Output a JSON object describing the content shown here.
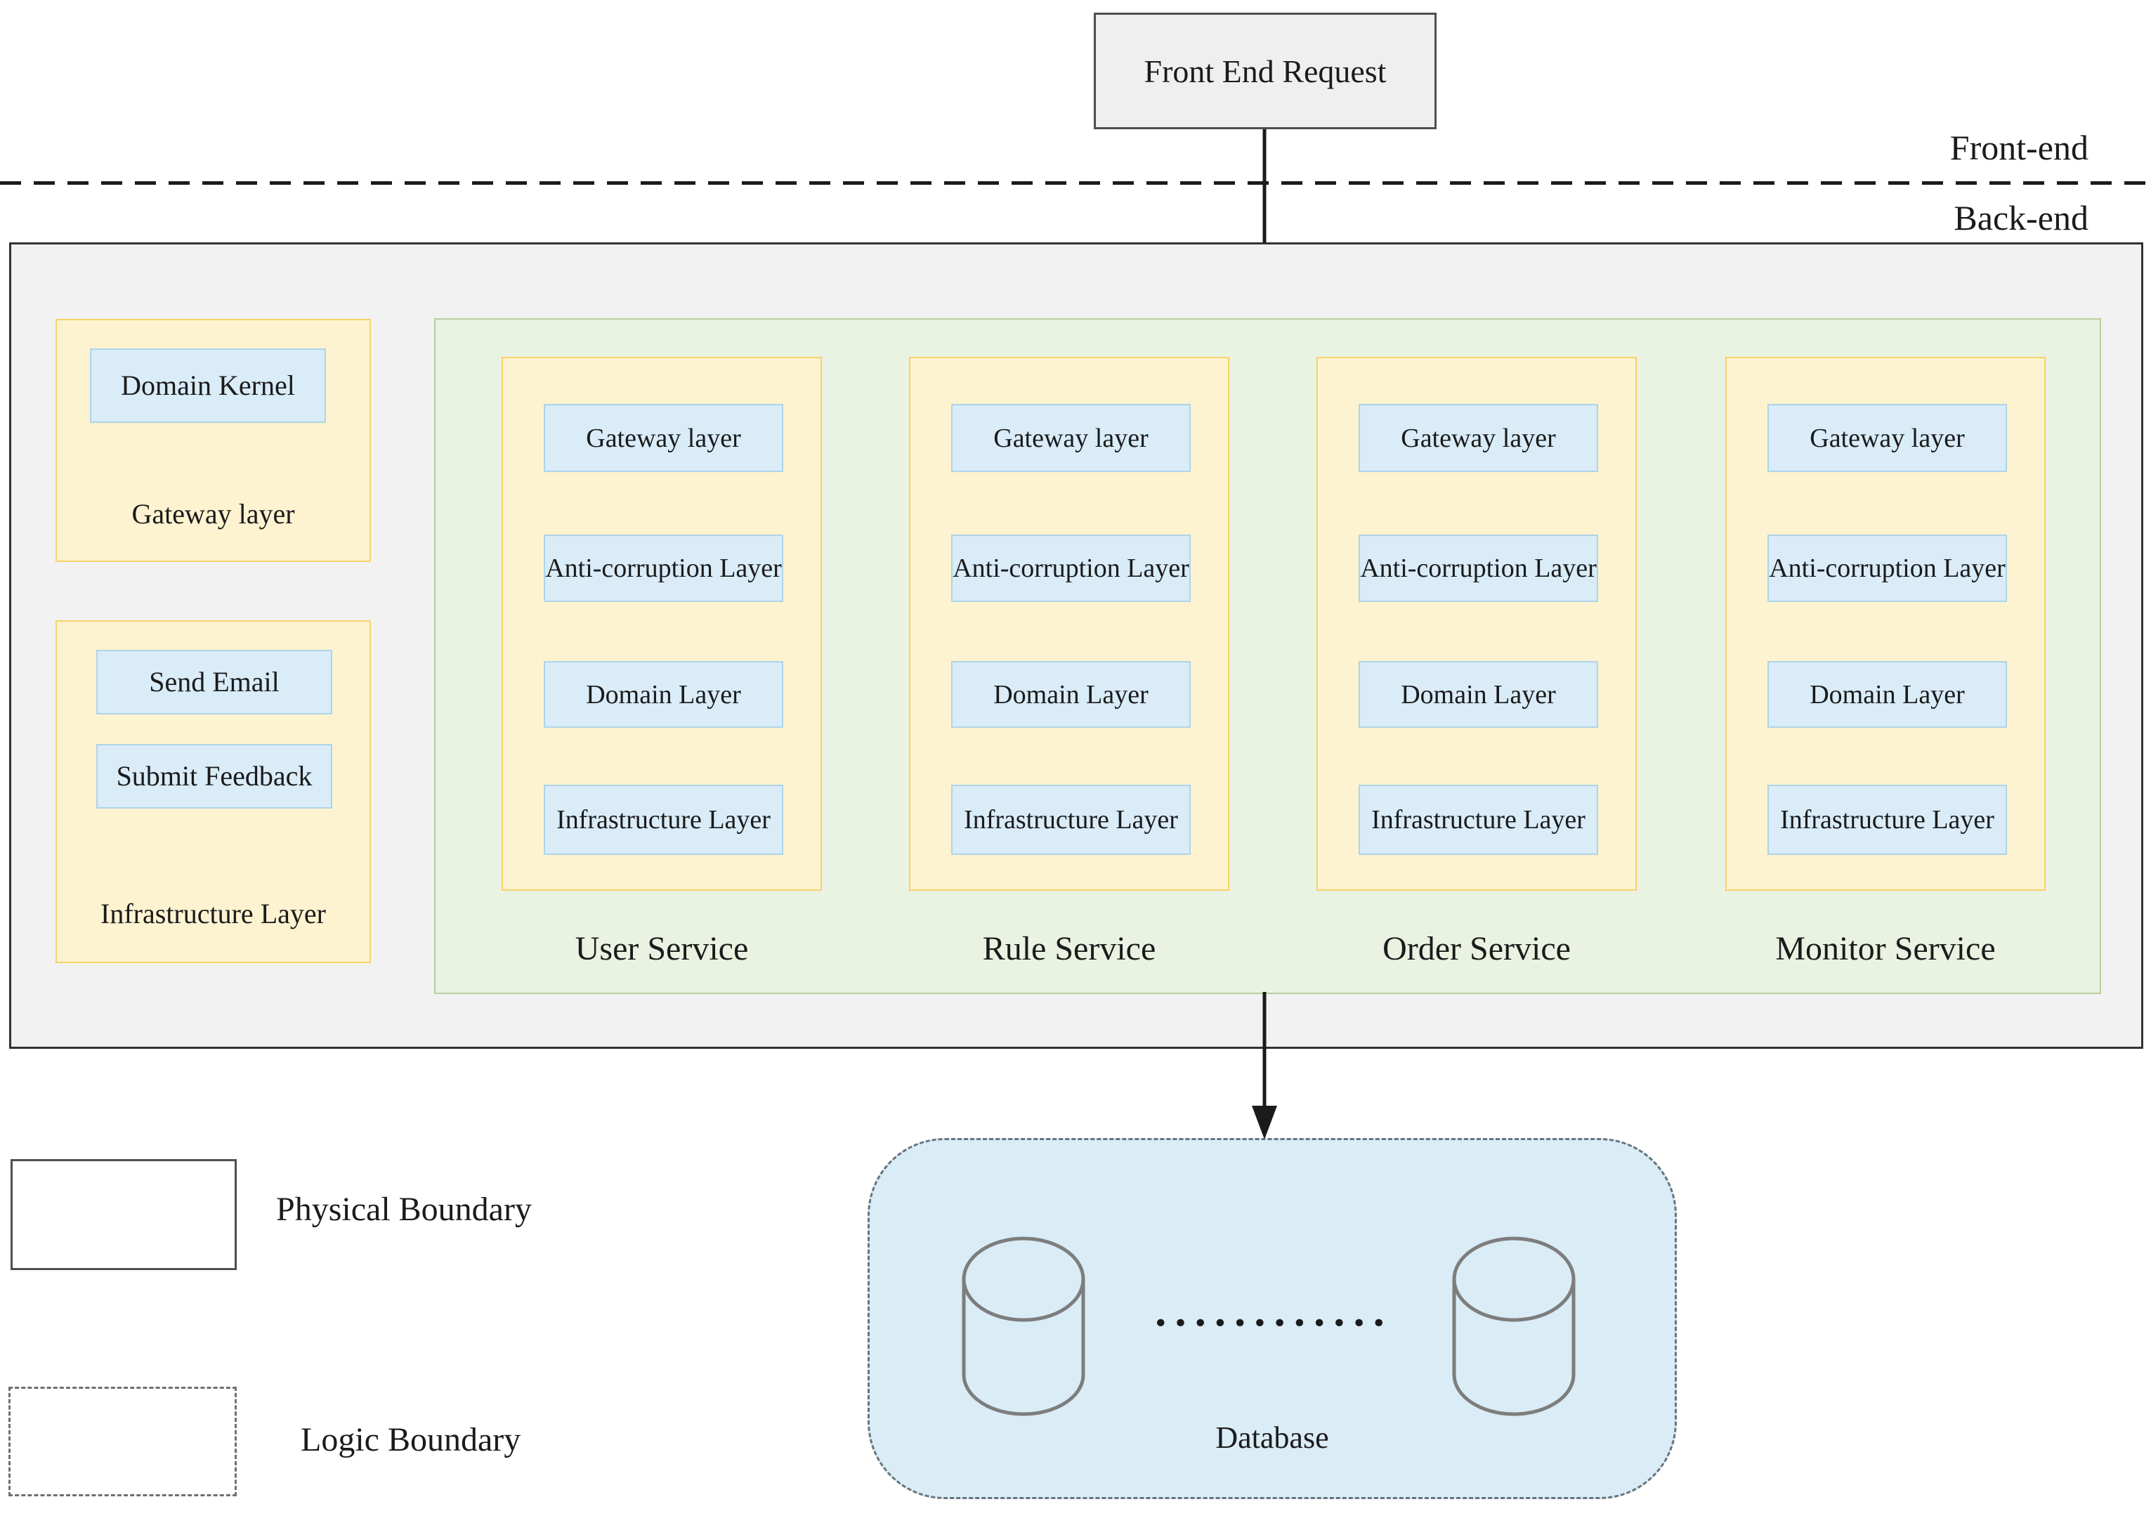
{
  "front_end_request": {
    "label": "Front End Request"
  },
  "boundary_labels": {
    "front": "Front-end",
    "back": "Back-end"
  },
  "gateway_group": {
    "kernel_label": "Domain Kernel",
    "caption": "Gateway layer"
  },
  "infrastructure_group": {
    "item_labels": [
      "Send Email",
      "Submit Feedback"
    ],
    "caption": "Infrastructure Layer"
  },
  "service_layers": [
    "Gateway layer",
    "Anti-corruption Layer",
    "Domain Layer",
    "Infrastructure Layer"
  ],
  "services": [
    {
      "label": "User Service"
    },
    {
      "label": "Rule Service"
    },
    {
      "label": "Order Service"
    },
    {
      "label": "Monitor Service"
    }
  ],
  "database": {
    "label": "Database",
    "dots": "••••••••••••"
  },
  "legend": {
    "physical": {
      "label": "Physical Boundary"
    },
    "logic": {
      "label": "Logic Boundary"
    }
  },
  "colors": {
    "backend_fill": "#f2f2f3",
    "backend_border": "#333333",
    "green_fill": "#eaf2e2",
    "green_border": "#b9cf9e",
    "yellow_fill": "#fdf3d1",
    "yellow_border": "#f6d269",
    "blue_fill": "#d9ecf8",
    "blue_border": "#aed4e8",
    "request_fill": "#efeff0",
    "request_border": "#4f4f4f",
    "db_fill": "#daecf6",
    "db_border": "#68747c",
    "line_color": "#1b1b1b",
    "cyl_stroke": "#7d7d7d",
    "text_color": "#1b1b1b"
  }
}
